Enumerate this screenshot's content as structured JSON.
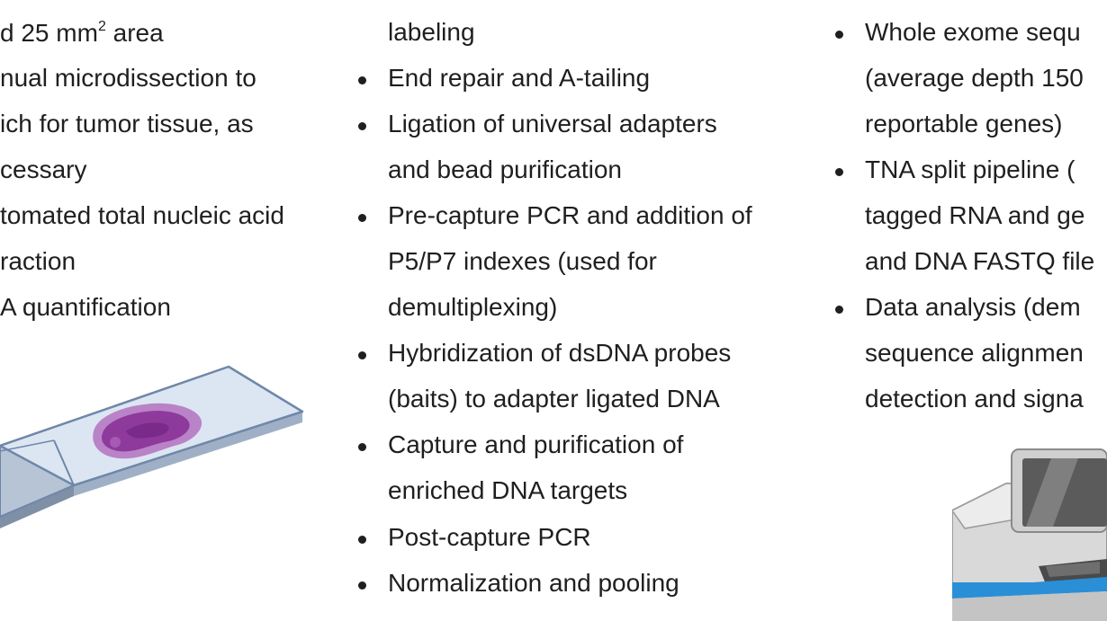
{
  "col1": {
    "lines": [
      "d 25 mm",
      "nual microdissection to",
      "ich for tumor tissue, as",
      "cessary",
      "tomated total nucleic acid",
      "raction",
      "A quantification"
    ],
    "area_suffix": "area",
    "area_superscript": "2"
  },
  "col2": {
    "lines": [
      "labeling",
      "End repair and A-tailing",
      "Ligation of universal adapters",
      "and bead purification",
      "Pre-capture PCR and addition of",
      "P5/P7 indexes (used for",
      "demultiplexing)",
      "Hybridization of dsDNA probes",
      "(baits) to adapter ligated DNA",
      "Capture and purification of",
      "enriched DNA targets",
      "Post-capture PCR",
      "Normalization and pooling"
    ]
  },
  "col3": {
    "lines": [
      "Whole exome sequ",
      "(average depth 150",
      "reportable genes)",
      "TNA split pipeline (",
      "tagged RNA and ge",
      "and DNA FASTQ file",
      "Data analysis (dem",
      "sequence alignmen",
      "detection and signa"
    ]
  },
  "colors": {
    "text": "#1f1f1f",
    "slide_glass": "#dce6f2",
    "slide_edge": "#6f87a8",
    "tissue": "#8e3a9c",
    "sequencer_body": "#d9d9d9",
    "sequencer_accent": "#2a8fd6"
  }
}
